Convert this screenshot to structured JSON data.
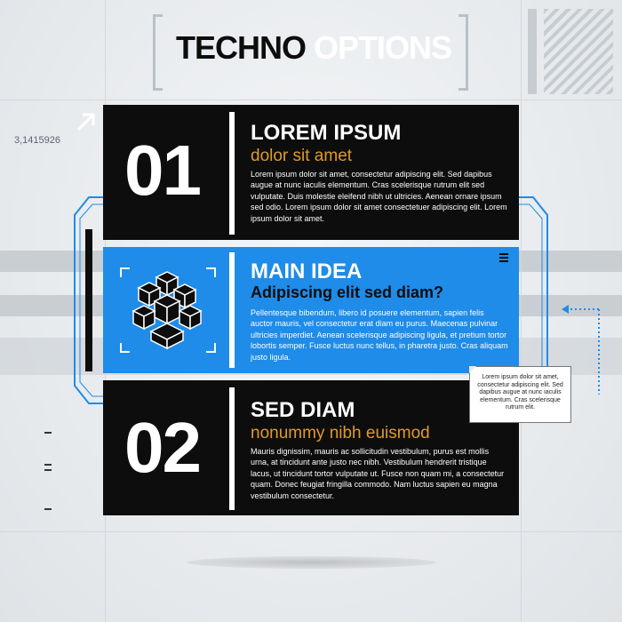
{
  "title": {
    "word1": "TECHNO",
    "word2": "OPTIONS"
  },
  "pi_label": "3,1415926",
  "panel1": {
    "number": "01",
    "heading": "LOREM IPSUM",
    "subheading": "dolor sit amet",
    "body": "Lorem ipsum dolor sit amet, consectetur adipiscing elit. Sed dapibus augue at nunc iaculis elementum. Cras scelerisque rutrum elit sed vulputate. Duis molestie eleifend nibh ut ultricies. Aenean ornare ipsum sed odio. Lorem ipsum dolor sit amet consectetuer adipiscing elit. Lorem ipsum dolor sit amet."
  },
  "main_panel": {
    "heading": "MAIN IDEA",
    "subheading": "Adipiscing elit sed diam?",
    "body": "Pellentesque bibendum, libero id posuere elementum, sapien felis auctor mauris, vel consectetur erat diam eu purus. Maecenas pulvinar ultricies imperdiet. Aenean scelerisque adipiscing ligula, et pretium tortor lobortis semper. Fusce luctus nunc tellus, in pharetra justo. Cras aliquam justo ligula.",
    "icon": "cube-cluster-icon",
    "menu_icon": "menu-icon"
  },
  "panel2": {
    "number": "02",
    "heading": "SED DIAM",
    "subheading": "nonummy nibh euismod",
    "body": "Mauris dignissim, mauris ac sollicitudin vestibulum, purus est mollis urna, at tincidunt ante justo nec nibh. Vestibulum hendrerit tristique lacus, ut tincidunt tortor vulputate ut. Fusce non quam mi, a consectetur quam. Donec feugiat fringilla commodo. Nam luctus sapien eu magna vestibulum consectetur."
  },
  "callout": {
    "text": "Lorem ipsum dolor sit amet, consectetur adipiscing elit. Sed dapibus augue at nunc iaculis elementum. Cras scelerisque rutrum elit."
  },
  "colors": {
    "accent_blue": "#1e8ce8",
    "panel_black": "#0d0d0d",
    "subheading_orange": "#e09a2a"
  }
}
